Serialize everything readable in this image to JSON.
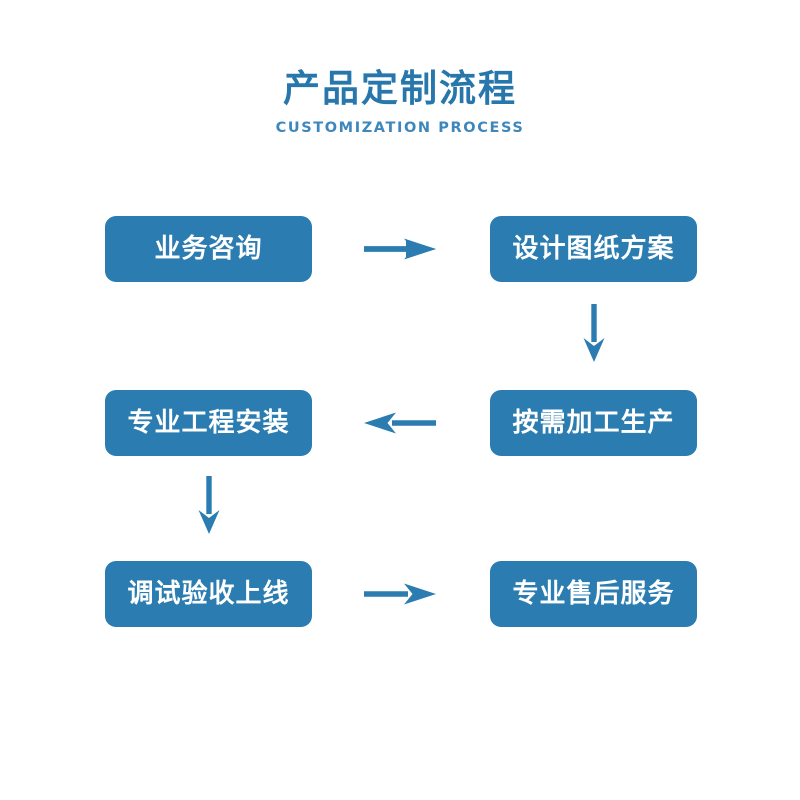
{
  "header": {
    "title": "产品定制流程",
    "subtitle": "CUSTOMIZATION PROCESS",
    "title_color": "#2877ac",
    "subtitle_color": "#3d87bd"
  },
  "theme": {
    "box_fill": "#2b7cb0",
    "box_text": "#ffffff",
    "arrow_color": "#2b7cb0",
    "background": "#ffffff"
  },
  "flow": {
    "steps": [
      {
        "index": 1,
        "label": "业务咨询",
        "row": 1,
        "column": "left"
      },
      {
        "index": 2,
        "label": "设计图纸方案",
        "row": 1,
        "column": "right"
      },
      {
        "index": 3,
        "label": "按需加工生产",
        "row": 2,
        "column": "right"
      },
      {
        "index": 4,
        "label": "专业工程安装",
        "row": 2,
        "column": "left"
      },
      {
        "index": 5,
        "label": "调试验收上线",
        "row": 3,
        "column": "left"
      },
      {
        "index": 6,
        "label": "专业售后服务",
        "row": 3,
        "column": "right"
      }
    ],
    "connectors": [
      {
        "id": "c1",
        "from": "业务咨询",
        "to": "设计图纸方案",
        "direction": "right",
        "icon": "arrow-right-icon"
      },
      {
        "id": "c2",
        "from": "设计图纸方案",
        "to": "按需加工生产",
        "direction": "down",
        "icon": "arrow-down-icon"
      },
      {
        "id": "c3",
        "from": "按需加工生产",
        "to": "专业工程安装",
        "direction": "left",
        "icon": "arrow-left-icon"
      },
      {
        "id": "c4",
        "from": "专业工程安装",
        "to": "调试验收上线",
        "direction": "down",
        "icon": "arrow-down-icon"
      },
      {
        "id": "c5",
        "from": "调试验收上线",
        "to": "专业售后服务",
        "direction": "right",
        "icon": "arrow-right-icon"
      }
    ]
  }
}
